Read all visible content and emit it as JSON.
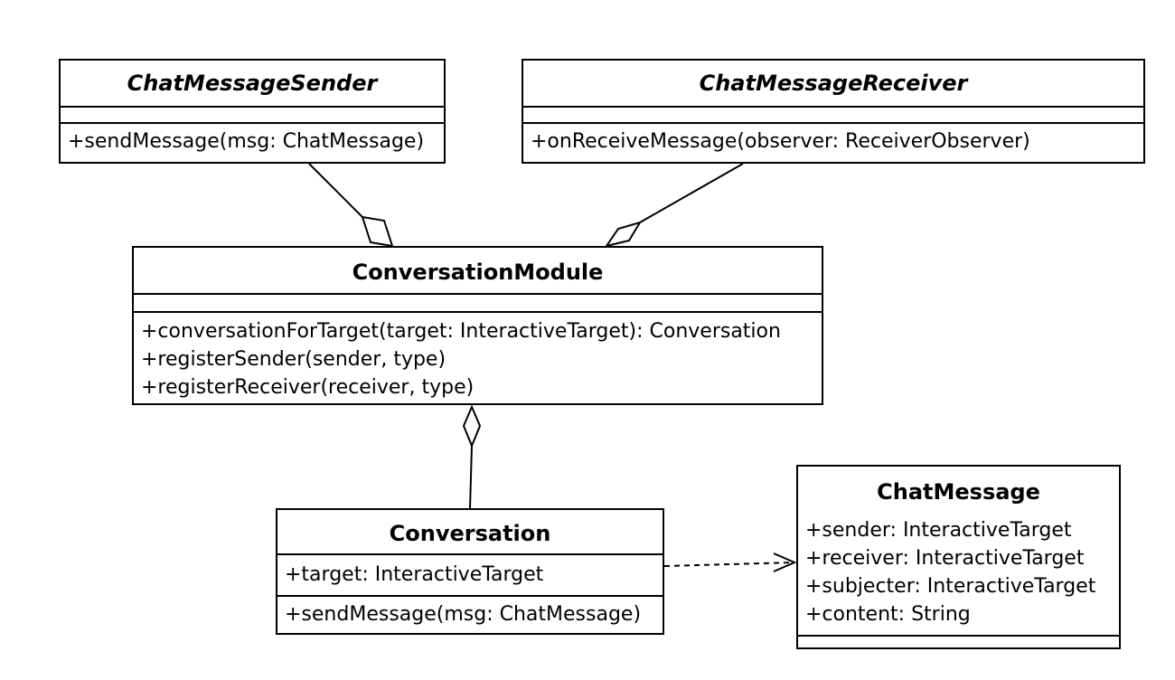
{
  "classes": {
    "sender": {
      "name": "ChatMessageSender",
      "attributes": [],
      "operations": [
        "+sendMessage(msg: ChatMessage)"
      ]
    },
    "receiver": {
      "name": "ChatMessageReceiver",
      "attributes": [],
      "operations": [
        "+onReceiveMessage(observer: ReceiverObserver)"
      ]
    },
    "module": {
      "name": "ConversationModule",
      "attributes": [],
      "operations": [
        "+conversationForTarget(target: InteractiveTarget): Conversation",
        "+registerSender(sender, type)",
        "+registerReceiver(receiver, type)"
      ]
    },
    "conversation": {
      "name": "Conversation",
      "attributes": [
        "+target: InteractiveTarget"
      ],
      "operations": [
        "+sendMessage(msg: ChatMessage)"
      ]
    },
    "message": {
      "name": "ChatMessage",
      "attributes": [
        "+sender: InteractiveTarget",
        "+receiver: InteractiveTarget",
        "+subjecter: InteractiveTarget",
        "+content: String"
      ],
      "operations": []
    }
  },
  "relationships": [
    {
      "type": "aggregation",
      "whole": "ConversationModule",
      "part": "ChatMessageSender"
    },
    {
      "type": "aggregation",
      "whole": "ConversationModule",
      "part": "ChatMessageReceiver"
    },
    {
      "type": "aggregation",
      "whole": "ConversationModule",
      "part": "Conversation"
    },
    {
      "type": "dependency",
      "from": "Conversation",
      "to": "ChatMessage"
    }
  ]
}
